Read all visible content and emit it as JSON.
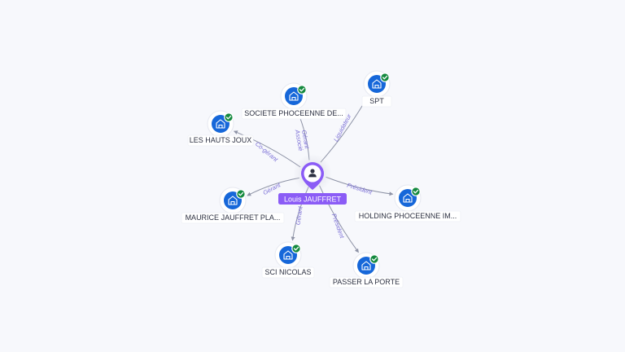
{
  "center": {
    "name": "Louis JAUFFRET",
    "icon": "person-icon",
    "accent": "#8b5cf6"
  },
  "companies": [
    {
      "id": "spt",
      "name": "SPT",
      "role": "Liquidateur",
      "icon": "building-icon",
      "verified": true
    },
    {
      "id": "societe",
      "name": "SOCIETE PHOCEENNE DE...",
      "role": "Gérant\nAssocié",
      "icon": "building-icon",
      "verified": true
    },
    {
      "id": "hauts",
      "name": "LES HAUTS JOUX",
      "role": "Co-gérant",
      "icon": "building-icon",
      "verified": true
    },
    {
      "id": "maurice",
      "name": "MAURICE JAUFFRET PLA...",
      "role": "Gérant",
      "icon": "building-icon",
      "verified": true
    },
    {
      "id": "nicolas",
      "name": "SCI NICOLAS",
      "role": "Gérant",
      "icon": "building-icon",
      "verified": true
    },
    {
      "id": "passer",
      "name": "PASSER LA PORTE",
      "role": "Président",
      "icon": "building-icon",
      "verified": true
    },
    {
      "id": "holding",
      "name": "HOLDING PHOCEENNE IM...",
      "role": "Président",
      "icon": "building-icon",
      "verified": true
    }
  ],
  "colors": {
    "company": "#1667d9",
    "check": "#14893e",
    "edge": "#8e93a6",
    "edge_label": "#7b6fd6"
  }
}
